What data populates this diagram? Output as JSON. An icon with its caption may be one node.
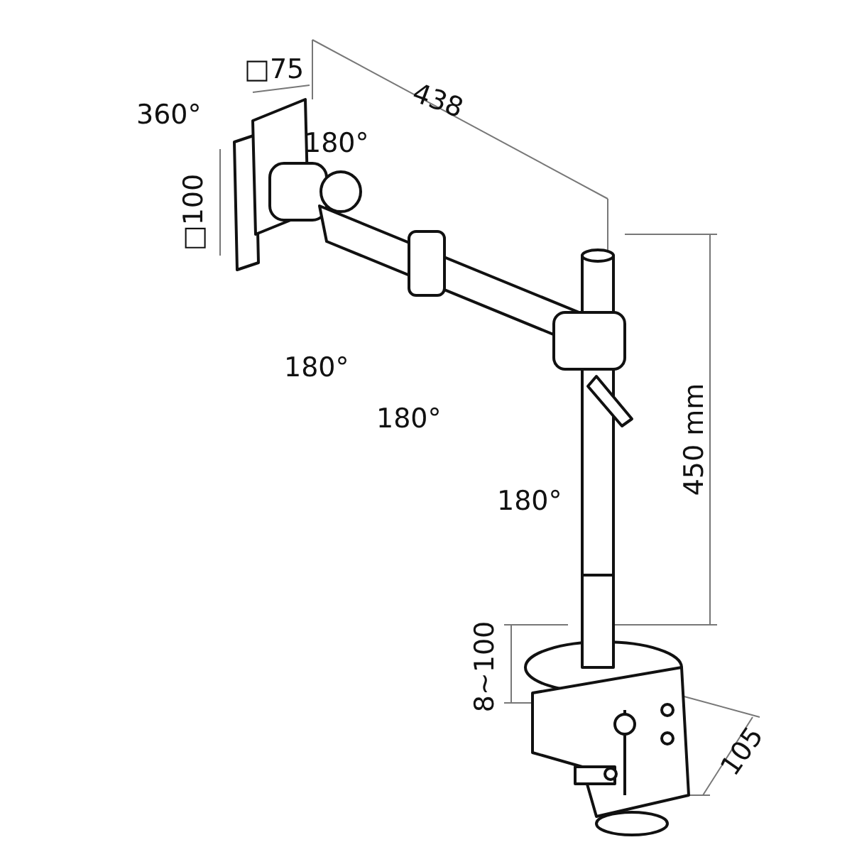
{
  "diagram": {
    "labels": [
      "360°",
      "□75",
      "438",
      "180°",
      "□100",
      "180°",
      "180°",
      "180°",
      "450 mm",
      "8~100",
      "105"
    ]
  }
}
